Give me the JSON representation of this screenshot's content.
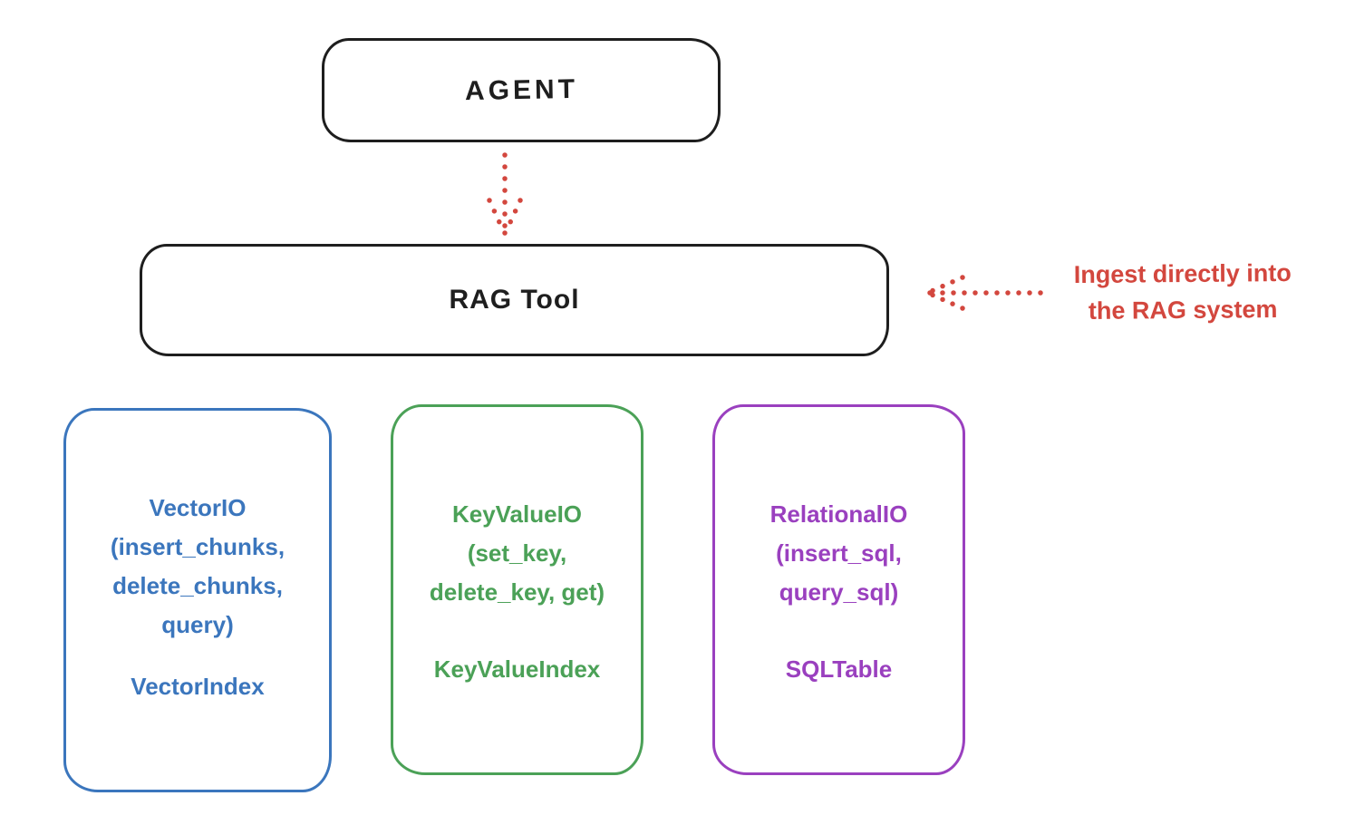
{
  "colors": {
    "stroke_black": "#1e1e1e",
    "red": "#d3473e",
    "blue": "#3b76bd",
    "green": "#4ba157",
    "purple": "#9a40bf",
    "background": "#ffffff"
  },
  "agent_box": {
    "label": "AGENT"
  },
  "rag_box": {
    "label": "RAG Tool"
  },
  "annotation": {
    "line1": "Ingest directly into",
    "line2": "the RAG system"
  },
  "io_boxes": [
    {
      "name": "vector-io",
      "lines": [
        "VectorIO",
        "(insert_chunks,",
        "delete_chunks,",
        "query)"
      ],
      "footer": "VectorIndex"
    },
    {
      "name": "keyvalue-io",
      "lines": [
        "KeyValueIO",
        "(set_key,",
        "delete_key, get)"
      ],
      "footer": "KeyValueIndex"
    },
    {
      "name": "relational-io",
      "lines": [
        "RelationalIO",
        "(insert_sql,",
        "query_sql)"
      ],
      "footer": "SQLTable"
    }
  ]
}
